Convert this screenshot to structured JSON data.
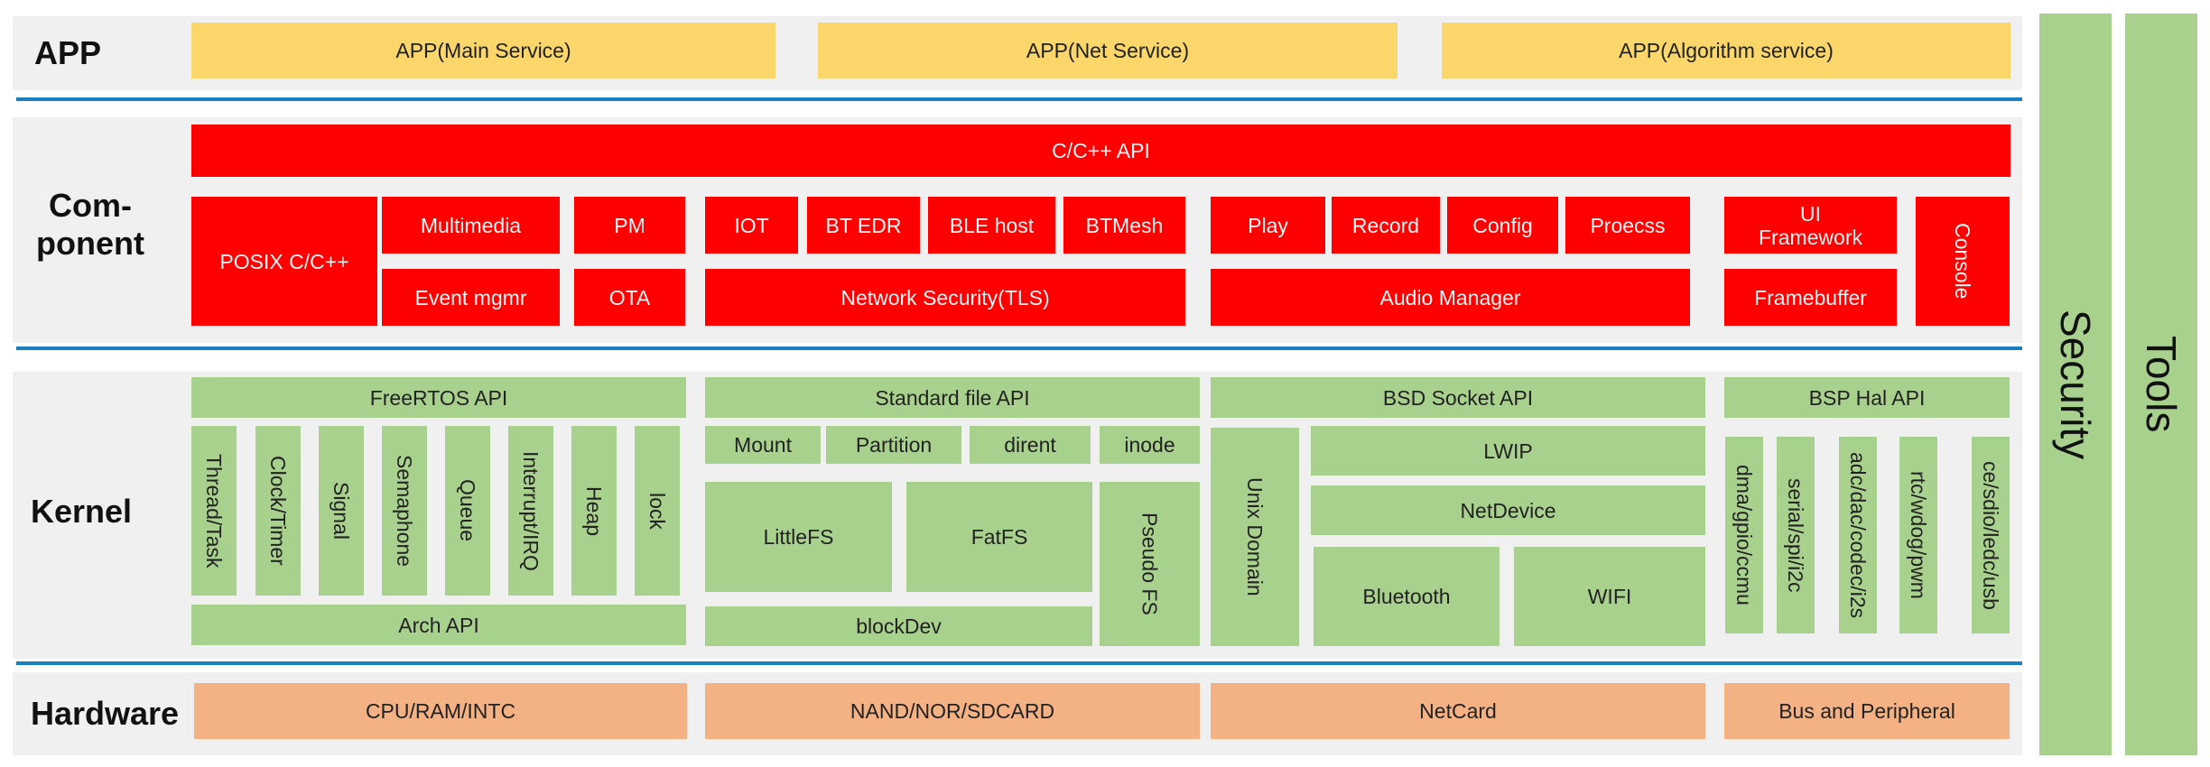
{
  "layers": {
    "app": "APP",
    "component": "Com-\nponent",
    "kernel": "Kernel",
    "hardware": "Hardware"
  },
  "app": [
    "APP(Main Service)",
    "APP(Net Service)",
    "APP(Algorithm service)"
  ],
  "component": {
    "api": "C/C++ API",
    "posix": "POSIX C/C++",
    "multimedia": "Multimedia",
    "event_mgmr": "Event mgmr",
    "pm": "PM",
    "ota": "OTA",
    "iot": "IOT",
    "bt_edr": "BT EDR",
    "ble_host": "BLE host",
    "btmesh": "BTMesh",
    "net_security": "Network Security(TLS)",
    "play": "Play",
    "record": "Record",
    "config": "Config",
    "process": "Proecss",
    "audio_manager": "Audio Manager",
    "ui_framework": "UI\nFramework",
    "framebuffer": "Framebuffer",
    "console": "Console"
  },
  "kernel": {
    "freertos_api": "FreeRTOS API",
    "freertos_items": [
      "Thread/Task",
      "Clock/Timer",
      "Signal",
      "Semaphone",
      "Queue",
      "Interrupt/IRQ",
      "Heap",
      "lock"
    ],
    "arch_api": "Arch API",
    "file_api": "Standard file API",
    "file_items": [
      "Mount",
      "Partition",
      "dirent",
      "inode"
    ],
    "littlefs": "LittleFS",
    "fatfs": "FatFS",
    "pseudofs": "Pseudo FS",
    "blockdev": "blockDev",
    "socket_api": "BSD Socket API",
    "unix_domain": "Unix Domain",
    "lwip": "LWIP",
    "netdevice": "NetDevice",
    "bluetooth": "Bluetooth",
    "wifi": "WIFI",
    "bsp_api": "BSP Hal API",
    "bsp_items": [
      "dma/gpio/ccmu",
      "serial/spi/i2c",
      "adc/dac/codec/i2s",
      "rtc/wdog/pwm",
      "ce/sdio/ledc/usb"
    ]
  },
  "hardware": [
    "CPU/RAM/INTC",
    "NAND/NOR/SDCARD",
    "NetCard",
    "Bus and Peripheral"
  ],
  "side": {
    "security": "Security",
    "tools": "Tools"
  },
  "colors": {
    "app": "#fbd76b",
    "component": "#ff0000",
    "kernel": "#a9d18e",
    "hardware": "#f4b183",
    "separator": "#1a7fc0",
    "band": "#f0f0f0"
  }
}
